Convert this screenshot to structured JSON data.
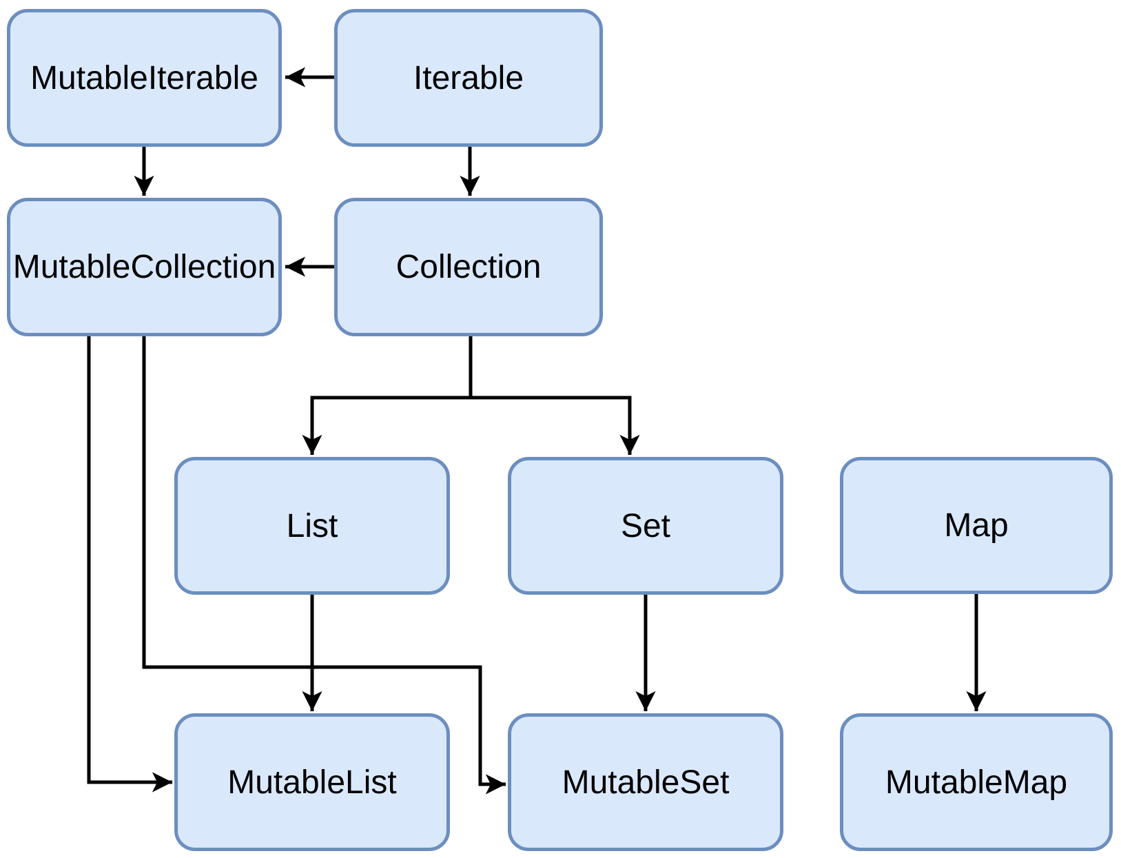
{
  "diagram": {
    "type": "class-hierarchy",
    "nodes": [
      {
        "id": "MutableIterable",
        "label": "MutableIterable"
      },
      {
        "id": "Iterable",
        "label": "Iterable"
      },
      {
        "id": "MutableCollection",
        "label": "MutableCollection"
      },
      {
        "id": "Collection",
        "label": "Collection"
      },
      {
        "id": "List",
        "label": "List"
      },
      {
        "id": "Set",
        "label": "Set"
      },
      {
        "id": "Map",
        "label": "Map"
      },
      {
        "id": "MutableList",
        "label": "MutableList"
      },
      {
        "id": "MutableSet",
        "label": "MutableSet"
      },
      {
        "id": "MutableMap",
        "label": "MutableMap"
      }
    ],
    "edges": [
      {
        "from": "Iterable",
        "to": "MutableIterable"
      },
      {
        "from": "MutableIterable",
        "to": "MutableCollection"
      },
      {
        "from": "Iterable",
        "to": "Collection"
      },
      {
        "from": "Collection",
        "to": "MutableCollection"
      },
      {
        "from": "Collection",
        "to": "List"
      },
      {
        "from": "Collection",
        "to": "Set"
      },
      {
        "from": "List",
        "to": "MutableList"
      },
      {
        "from": "MutableCollection",
        "to": "MutableList"
      },
      {
        "from": "MutableCollection",
        "to": "MutableSet"
      },
      {
        "from": "Set",
        "to": "MutableSet"
      },
      {
        "from": "Map",
        "to": "MutableMap"
      }
    ]
  },
  "colors": {
    "node_fill": "#dae8fc",
    "node_stroke": "#6c8ebf",
    "connector": "#000000",
    "background": "#ffffff",
    "text": "#000000"
  }
}
